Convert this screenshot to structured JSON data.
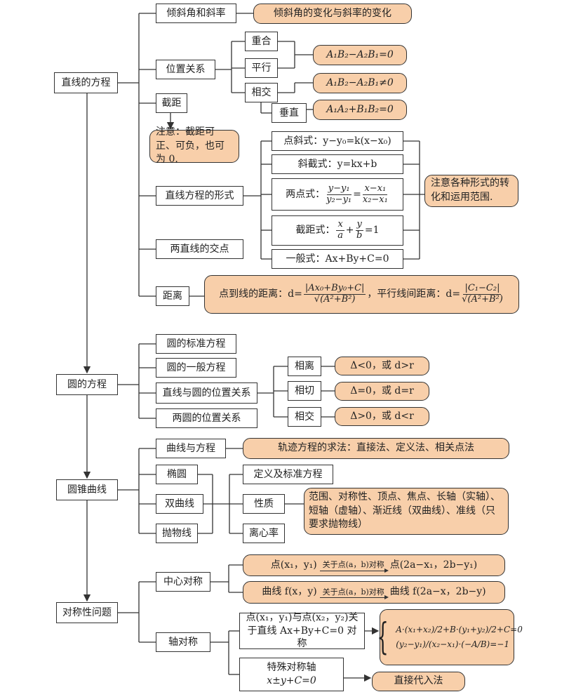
{
  "line": {
    "title": "直线的方程",
    "incline": {
      "label": "倾斜角和斜率",
      "note": "倾斜角的变化与斜率的变化"
    },
    "position": {
      "label": "位置关系",
      "coincide": "重合",
      "parallel": "平行",
      "intersect": "相交",
      "perpendicular": "垂直",
      "eq_parallel": "A₁B₂−A₂B₁=0",
      "eq_intersect": "A₁B₂−A₂B₁≠0",
      "eq_perp": "A₁A₂+B₁B₂=0"
    },
    "intercept": {
      "label": "截距",
      "note": "注意：截距可正、可负，也可为 0."
    },
    "forms": {
      "label": "直线方程的形式",
      "point_slope": "点斜式：y−y₀=k(x−x₀)",
      "slope_intercept": "斜截式：y=kx+b",
      "two_point": {
        "prefix": "两点式：",
        "num1": "y−y₁",
        "den1": "y₂−y₁",
        "eq": "=",
        "num2": "x−x₁",
        "den2": "x₂−x₁"
      },
      "intercept_form": {
        "prefix": "截距式：",
        "num1": "x",
        "den1": "a",
        "plus": "+",
        "num2": "y",
        "den2": "b",
        "rhs": "=1"
      },
      "general": "一般式：Ax+By+C=0",
      "note": "注意各种形式的转化和运用范围."
    },
    "intersection": {
      "label": "两直线的交点"
    },
    "distance": {
      "label": "距离",
      "p2l": "点到线的距离：d=",
      "p2l_num": "|Ax₀+By₀+C|",
      "p2l_den": "√(A²+B²)",
      "sep": "，平行线间距离：d=",
      "pl_num": "|C₁−C₂|",
      "pl_den": "√(A²+B²)"
    }
  },
  "circle": {
    "title": "圆的方程",
    "standard": "圆的标准方程",
    "general": "圆的一般方程",
    "line_circle": "直线与圆的位置关系",
    "two_circles": "两圆的位置关系",
    "separate": "相离",
    "tangent": "相切",
    "intersect": "相交",
    "note_separate": "Δ<0，或 d>r",
    "note_tangent": "Δ=0，或 d=r",
    "note_intersect": "Δ>0，或 d<r"
  },
  "conic": {
    "title": "圆锥曲线",
    "curve_eq": "曲线与方程",
    "curve_note": "轨迹方程的求法：直接法、定义法、相关点法",
    "ellipse": "椭圆",
    "hyperbola": "双曲线",
    "parabola": "抛物线",
    "definition": "定义及标准方程",
    "property": "性质",
    "eccentricity": "离心率",
    "property_note": "范围、对称性、顶点、焦点、长轴（实轴）、短轴（虚轴）、渐近线（双曲线）、准线（只要求抛物线）"
  },
  "symmetry": {
    "title": "对称性问题",
    "central": "中心对称",
    "central_point_from": "点(x₁，y₁)",
    "arrow_label": "关于点(a，b)对称",
    "central_point_to": "点(2a−x₁，2b−y₁)",
    "central_curve_from": "曲线 f(x，y)",
    "central_curve_to": "曲线 f(2a−x，2b−y)",
    "axial": "轴对称",
    "axial_desc": "点(x₁，y₁)与点(x₂，y₂)关于直线 Ax+By+C=0 对称",
    "sys_row1": "A·(x₁+x₂)/2+B·(y₁+y₂)/2+C=0",
    "sys_row2": "(y₂−y₁)/(x₂−x₁)·(−A/B)=−1",
    "special_axis": "特殊对称轴",
    "special_eq": "x±y+C=0",
    "direct": "直接代入法"
  },
  "colors": {
    "note_fill": "#f8cfaa",
    "line": "#333333"
  }
}
